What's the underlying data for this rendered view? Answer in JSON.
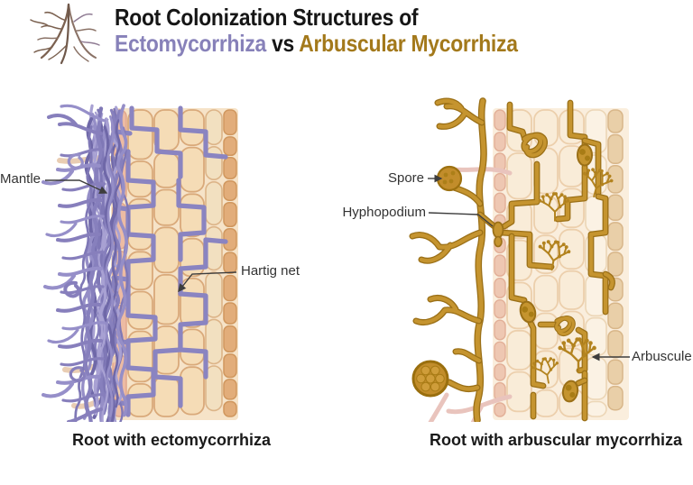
{
  "header": {
    "line1": "Root Colonization Structures of",
    "ecto": "Ectomycorrhiza",
    "vs": "vs",
    "am": "Arbuscular Mycorrhiza"
  },
  "left": {
    "caption": "Root with ectomycorrhiza",
    "labels": {
      "mantle": "Mantle",
      "hartig": "Hartig net"
    }
  },
  "right": {
    "caption": "Root with arbuscular mycorrhiza",
    "labels": {
      "spore": "Spore",
      "hyphopodium": "Hyphopodium",
      "arbuscule": "Arbuscule"
    }
  },
  "icons": {
    "root_icon": "branching-root-sketch"
  },
  "colors": {
    "ecto_accent": "#8781b9",
    "am_accent": "#a3791b",
    "ecto_hypha": "#8a83c0",
    "am_hypha": "#c5942f",
    "leader_line": "#3d3d3d",
    "cell_fill_left": "#f5dcb6",
    "cell_fill_right": "#f9ecd8",
    "epidermis_pink": "#ecbba3"
  }
}
